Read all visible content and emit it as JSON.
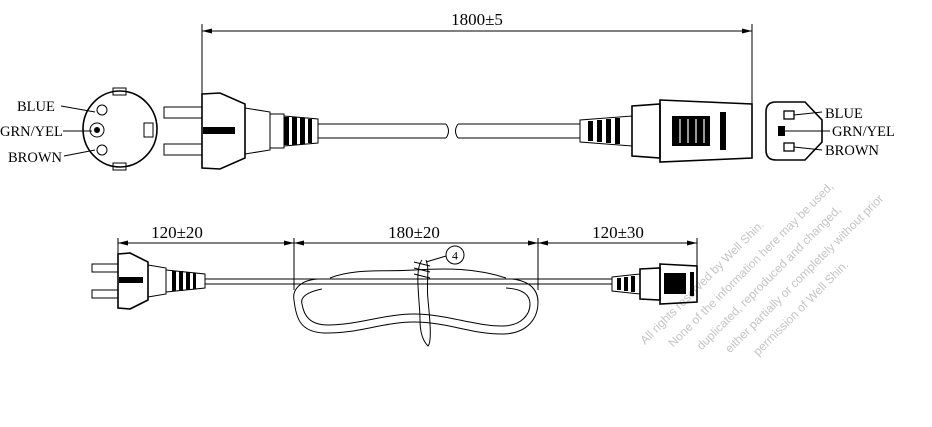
{
  "dimensions": {
    "total_length": "1800±5",
    "plug_end": "120±20",
    "bundle": "180±20",
    "connector_end": "120±30"
  },
  "plug_face_labels": {
    "top": "BLUE",
    "middle": "GRN/YEL",
    "bottom": "BROWN"
  },
  "connector_face_labels": {
    "top": "BLUE",
    "middle": "GRN/YEL",
    "bottom": "BROWN"
  },
  "callout": "4",
  "watermark": {
    "line1": "All rights reserved by Well Shin.",
    "line2": "None of the information here may be used,",
    "line3": "duplicated, reproduced and changed,",
    "line4": "either partially or completely without prior",
    "line5": "permission of Well Shin."
  }
}
